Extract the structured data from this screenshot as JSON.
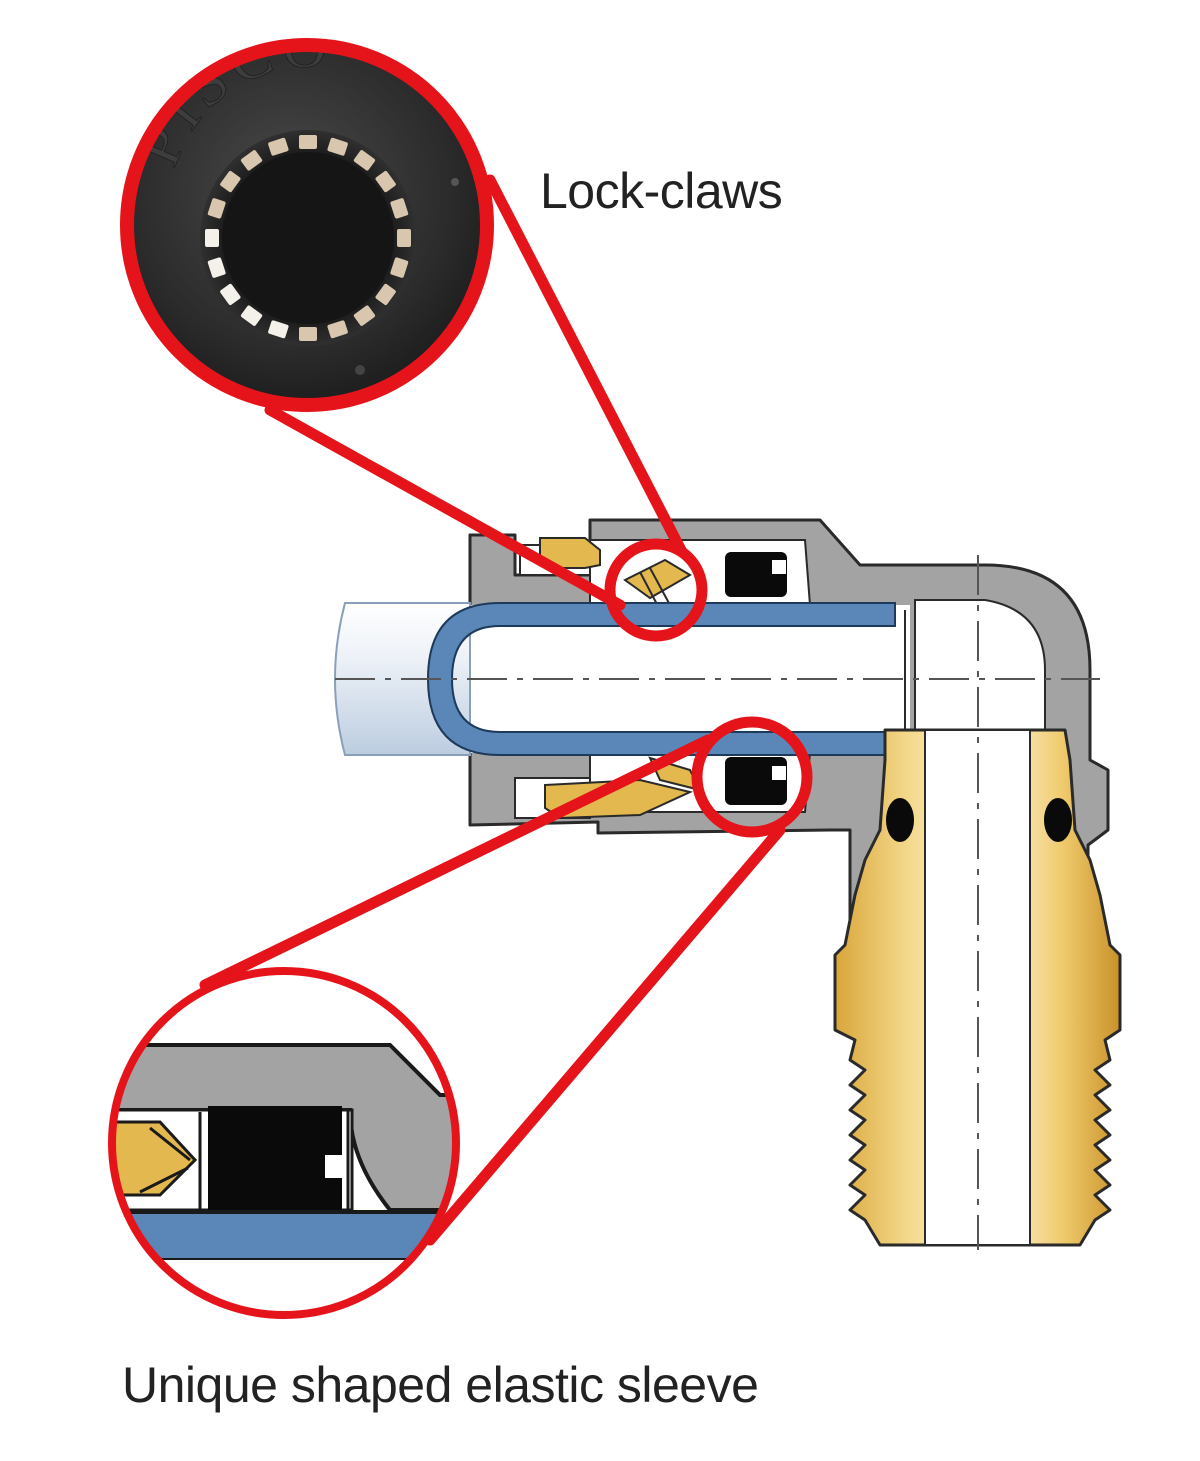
{
  "labels": {
    "lock_claws": "Lock-claws",
    "elastic_sleeve": "Unique shaped elastic sleeve"
  },
  "logo_text": "PISCO",
  "colors": {
    "callout_red": "#e5141b",
    "body_gray": "#a3a3a3",
    "brass": "#e3b84e",
    "tube_blue": "#5a86b8",
    "tube_pale": "#dfe8f2",
    "seal_black": "#0a0a0a",
    "outline": "#2a2a2a"
  },
  "icons": {
    "top_callout": "fitting-face-photo",
    "bottom_callout": "sleeve-section-zoom"
  }
}
